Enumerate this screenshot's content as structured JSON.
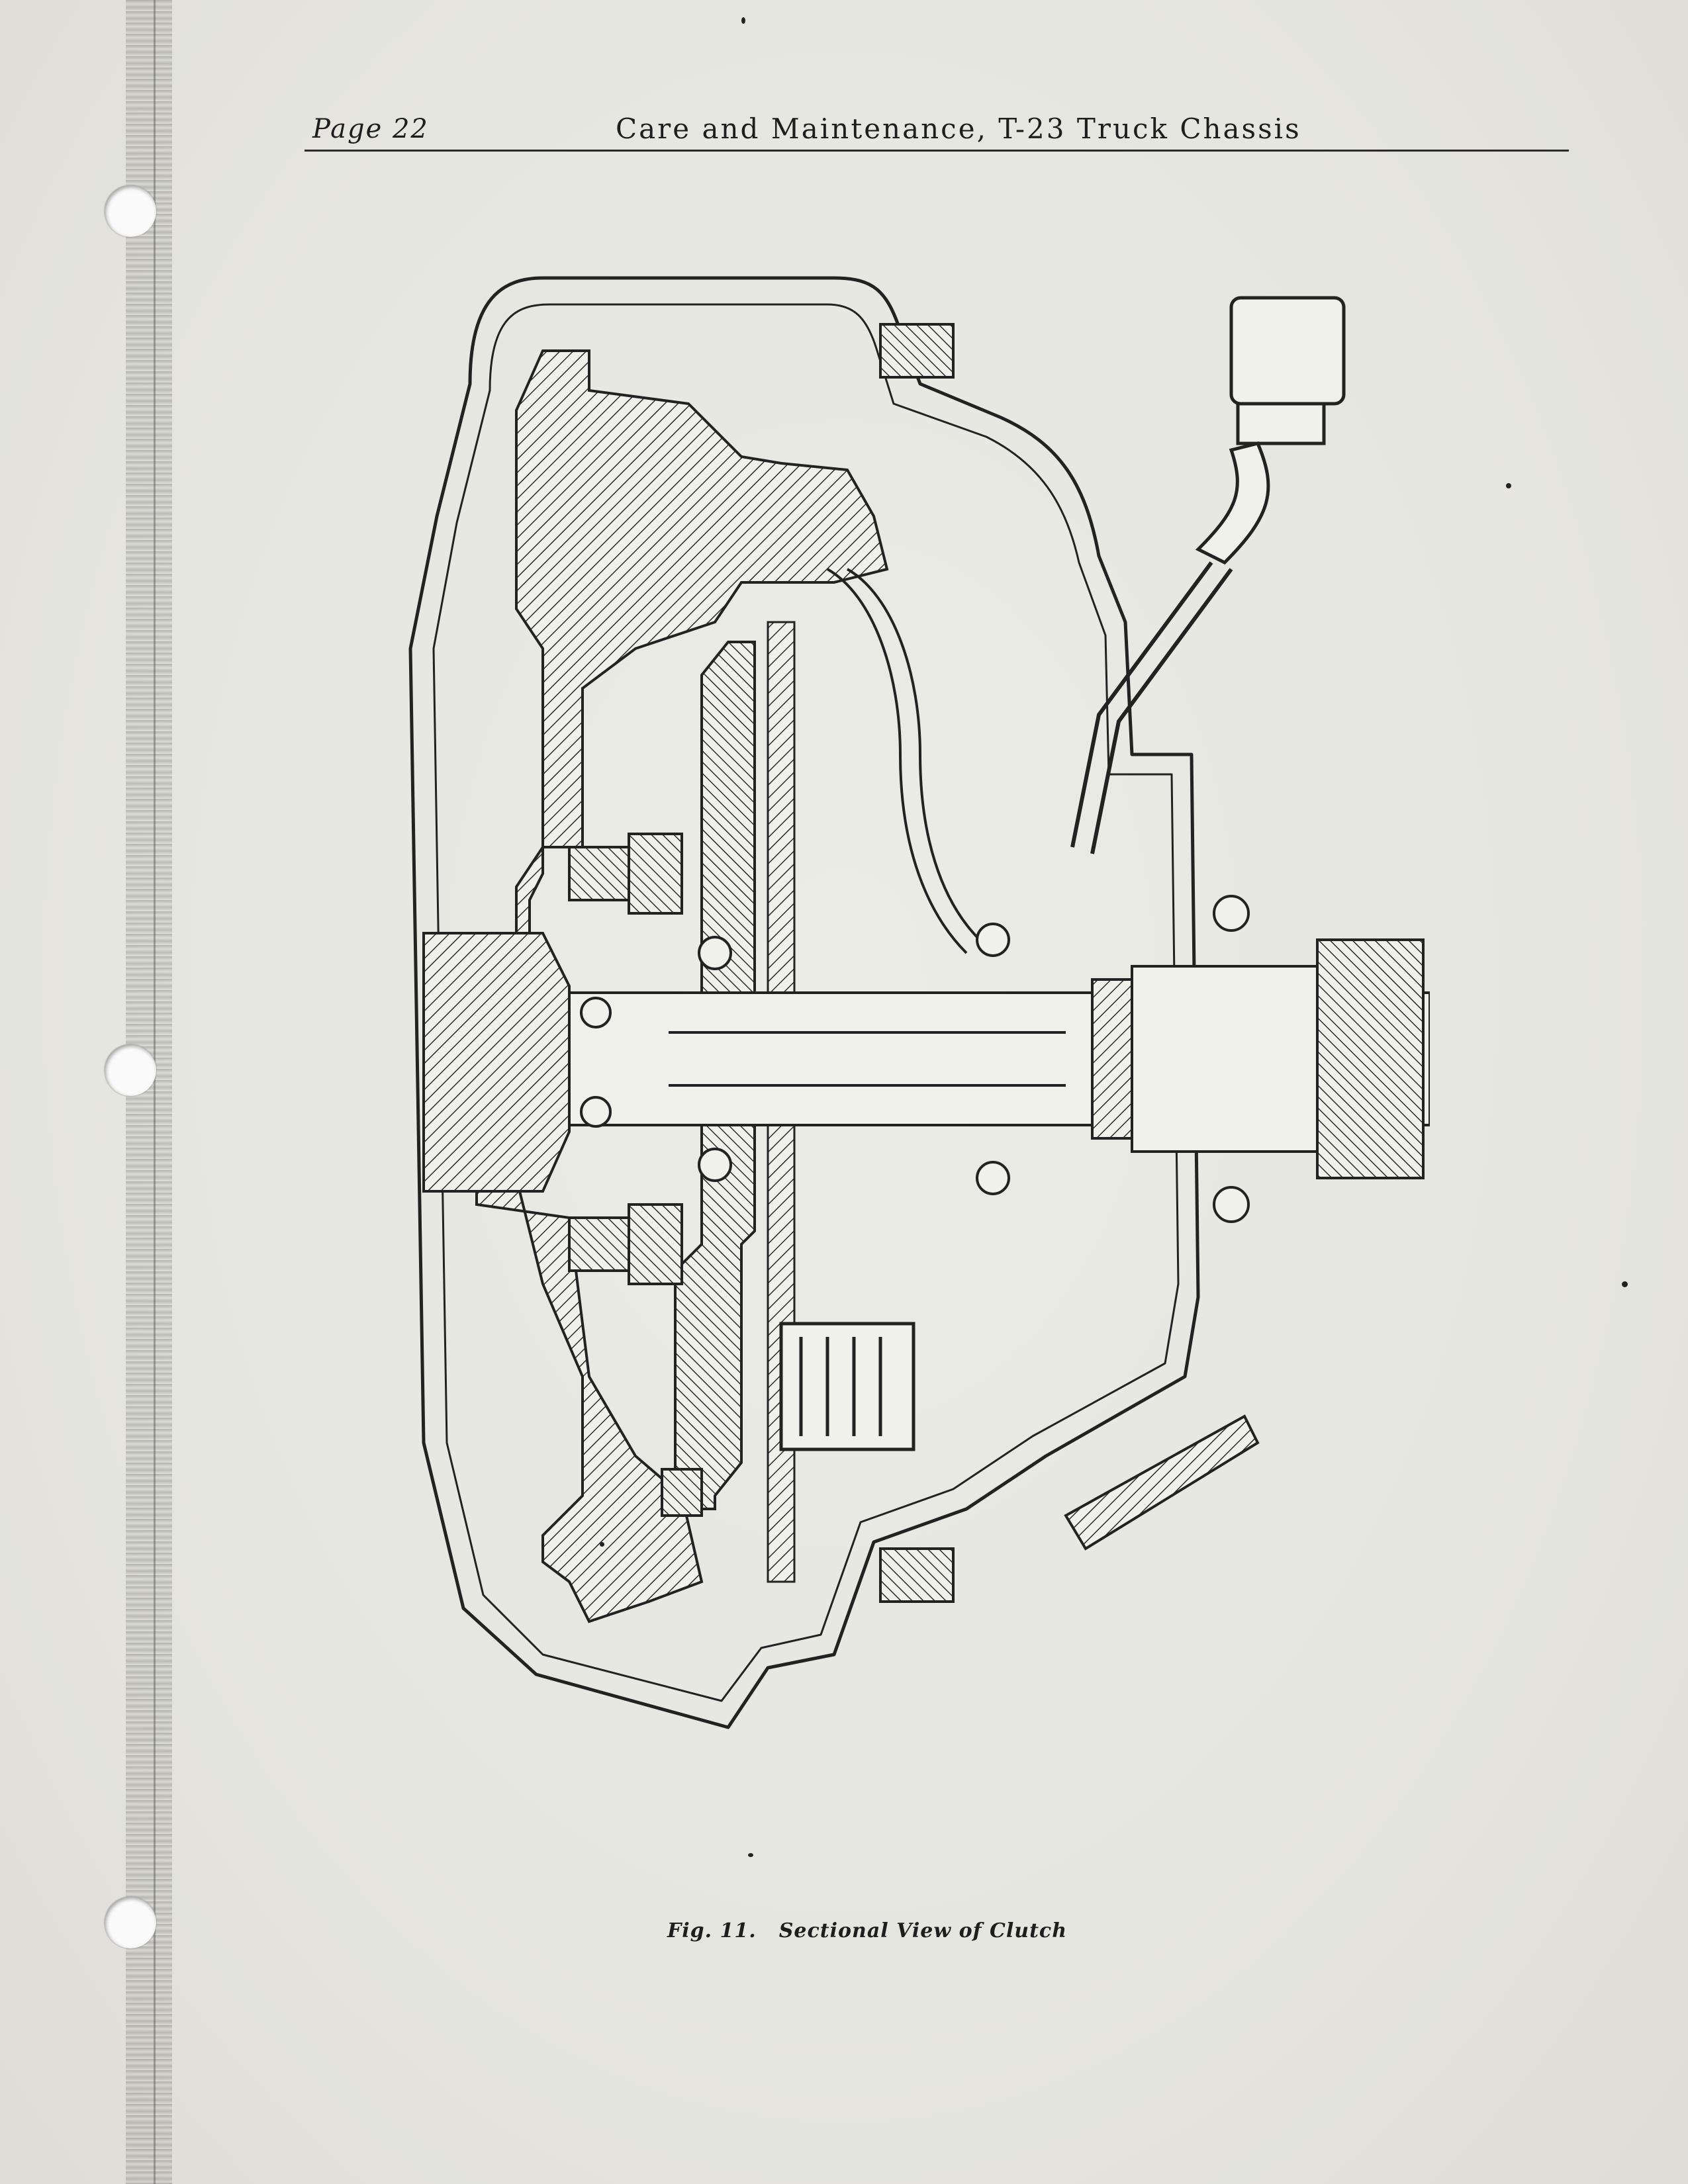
{
  "header": {
    "page_label": "Page 22",
    "running_title": "Care and Maintenance, T-23 Truck Chassis"
  },
  "figure": {
    "label": "Fig. 11.",
    "caption": "Sectional View of Clutch"
  },
  "colors": {
    "paper": "#e9e9e4",
    "ink": "#1e1e1e"
  }
}
